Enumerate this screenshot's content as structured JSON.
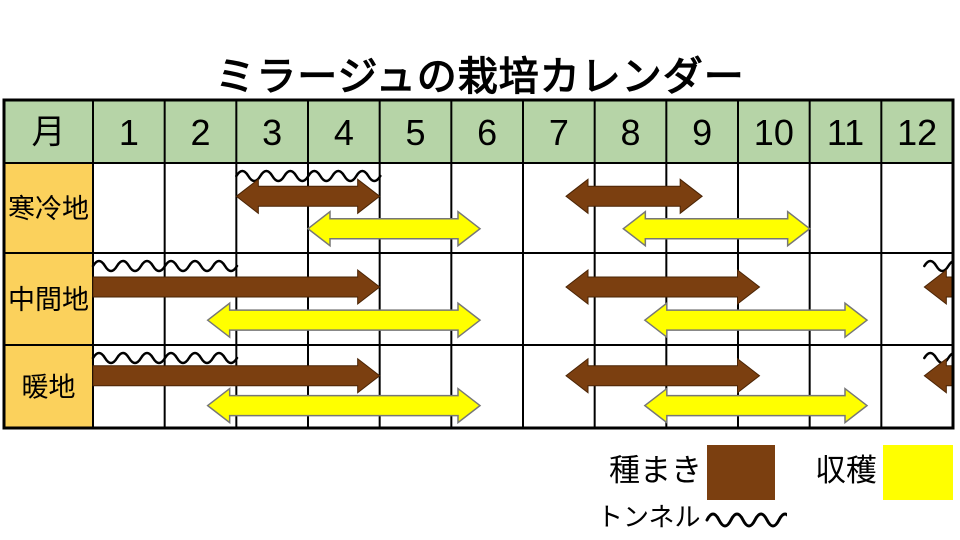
{
  "title": "ミラージュの栽培カレンダー",
  "table": {
    "month_header": "月",
    "months": [
      "1",
      "2",
      "3",
      "4",
      "5",
      "6",
      "7",
      "8",
      "9",
      "10",
      "11",
      "12"
    ]
  },
  "legend": {
    "sowing_label": "種まき",
    "harvest_label": "収穫",
    "tunnel_label": "トンネル"
  },
  "colors": {
    "header_green": "#B6D4A7",
    "region_orange": "#FBD15C",
    "sowing_brown": "#7B3F10",
    "harvest_yellow": "#FFFF00",
    "grid": "#000000"
  },
  "chart_data": {
    "type": "gantt-calendar",
    "title": "ミラージュの栽培カレンダー",
    "x_axis": {
      "label": "月",
      "unit": "month",
      "range": [
        1,
        13
      ]
    },
    "legend_position": "bottom-right",
    "rows": [
      {
        "region": "寒冷地",
        "periods": [
          {
            "kind": "tunnel",
            "start": 3.0,
            "end": 5.0
          },
          {
            "kind": "sowing",
            "start": 3.0,
            "end": 5.0,
            "caps": "both"
          },
          {
            "kind": "harvest",
            "start": 4.0,
            "end": 6.4,
            "caps": "both"
          },
          {
            "kind": "sowing",
            "start": 7.6,
            "end": 9.5,
            "caps": "both"
          },
          {
            "kind": "harvest",
            "start": 8.4,
            "end": 11.0,
            "caps": "both"
          }
        ]
      },
      {
        "region": "中間地",
        "periods": [
          {
            "kind": "tunnel",
            "start": 1.0,
            "end": 3.0
          },
          {
            "kind": "sowing",
            "start": 1.0,
            "end": 5.0,
            "caps": "end"
          },
          {
            "kind": "harvest",
            "start": 2.6,
            "end": 6.4,
            "caps": "both"
          },
          {
            "kind": "sowing",
            "start": 7.6,
            "end": 10.3,
            "caps": "both"
          },
          {
            "kind": "harvest",
            "start": 8.7,
            "end": 11.8,
            "caps": "both"
          },
          {
            "kind": "tunnel",
            "start": 12.6,
            "end": 13.0
          },
          {
            "kind": "sowing",
            "start": 12.6,
            "end": 13.0,
            "caps": "start"
          }
        ]
      },
      {
        "region": "暖地",
        "periods": [
          {
            "kind": "tunnel",
            "start": 1.0,
            "end": 3.0
          },
          {
            "kind": "sowing",
            "start": 1.0,
            "end": 5.0,
            "caps": "end"
          },
          {
            "kind": "harvest",
            "start": 2.6,
            "end": 6.4,
            "caps": "both"
          },
          {
            "kind": "sowing",
            "start": 7.6,
            "end": 10.3,
            "caps": "both"
          },
          {
            "kind": "harvest",
            "start": 8.7,
            "end": 11.8,
            "caps": "both"
          },
          {
            "kind": "tunnel",
            "start": 12.6,
            "end": 13.0
          },
          {
            "kind": "sowing",
            "start": 12.6,
            "end": 13.0,
            "caps": "start"
          }
        ]
      }
    ]
  }
}
